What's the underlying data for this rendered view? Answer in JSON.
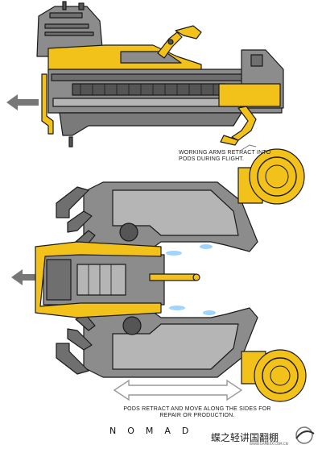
{
  "annotations": {
    "arms_note": "Working arms retract into pods during flight.",
    "pods_note": "Pods retract and move along the sides for repair or production."
  },
  "title": "NOMAD",
  "watermark": {
    "text": "蝶之轻讲国翻棚",
    "url": "WWW.GAMEXX.COM.CN"
  },
  "colors": {
    "hull": "#8c8c8c",
    "hull_dark": "#555555",
    "hull_light": "#b5b5b5",
    "accent": "#f2c21b",
    "arrow": "#777777",
    "outline": "#1a1a1a",
    "glow": "#9fd4ff"
  }
}
